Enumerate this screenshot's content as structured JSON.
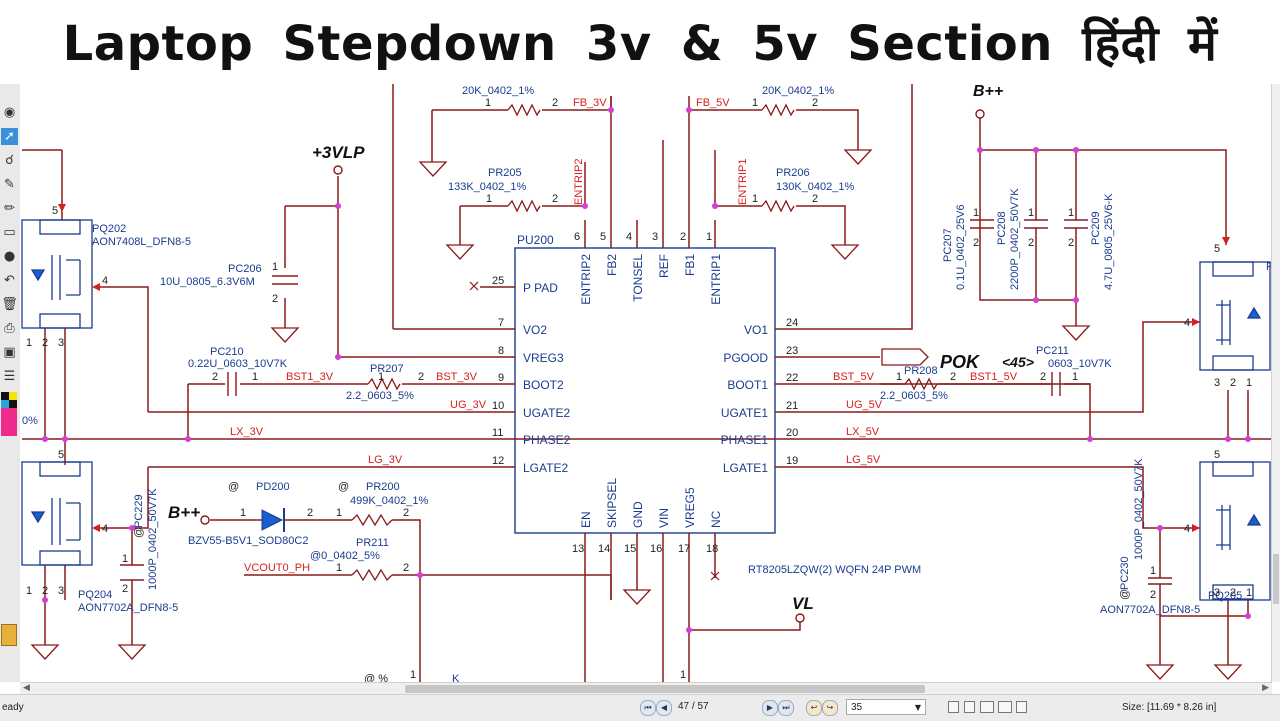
{
  "title": "Laptop  Stepdown  3v & 5v  Section  हिंदी में",
  "colors": {
    "wire": "#8b1a1a",
    "node": "#d63cd6",
    "label": "#1a3c8f",
    "net": "#d52020",
    "text": "#222222"
  },
  "schematic": {
    "ic": {
      "ref": "PU200",
      "part": "RT8205LZQW(2) WQFN 24P PWM",
      "left_pins": [
        {
          "num": "25",
          "name": "P PAD"
        },
        {
          "num": "7",
          "name": "VO2"
        },
        {
          "num": "8",
          "name": "VREG3"
        },
        {
          "num": "9",
          "name": "BOOT2"
        },
        {
          "num": "10",
          "name": "UGATE2"
        },
        {
          "num": "11",
          "name": "PHASE2"
        },
        {
          "num": "12",
          "name": "LGATE2"
        }
      ],
      "right_pins": [
        {
          "num": "24",
          "name": "VO1"
        },
        {
          "num": "23",
          "name": "PGOOD"
        },
        {
          "num": "22",
          "name": "BOOT1"
        },
        {
          "num": "21",
          "name": "UGATE1"
        },
        {
          "num": "20",
          "name": "PHASE1"
        },
        {
          "num": "19",
          "name": "LGATE1"
        }
      ],
      "top_pins": [
        {
          "num": "6",
          "name": "ENTRIP2"
        },
        {
          "num": "5",
          "name": "FB2"
        },
        {
          "num": "4",
          "name": "TONSEL"
        },
        {
          "num": "3",
          "name": "REF"
        },
        {
          "num": "2",
          "name": "FB1"
        },
        {
          "num": "1",
          "name": "ENTRIP1"
        }
      ],
      "bottom_pins": [
        {
          "num": "13",
          "name": "EN"
        },
        {
          "num": "14",
          "name": "SKIPSEL"
        },
        {
          "num": "15",
          "name": "GND"
        },
        {
          "num": "16",
          "name": "VIN"
        },
        {
          "num": "17",
          "name": "VREG5"
        },
        {
          "num": "18",
          "name": "NC"
        }
      ]
    },
    "rails": {
      "v3lp": "+3VLP",
      "bpp_left": "B++",
      "bpp_right": "B++",
      "vl": "VL",
      "pok": "POK",
      "pok_num": "<45>"
    },
    "nets": {
      "fb_3v": "FB_3V",
      "fb_5v": "FB_5V",
      "entrip2": "ENTRIP2",
      "entrip1": "ENTRIP1",
      "bst1_3v": "BST1_3V",
      "bst_3v": "BST_3V",
      "ug_3v": "UG_3V",
      "lx_3v": "LX_3V",
      "lg_3v": "LG_3V",
      "bst_5v": "BST_5V",
      "bst1_5v": "BST1_5V",
      "ug_5v": "UG_5V",
      "lx_5v": "LX_5V",
      "lg_5v": "LG_5V",
      "vcout0": "VCOUT0_PH"
    },
    "components": {
      "r_top_left": {
        "val": "20K_0402_1%",
        "p1": "1",
        "p2": "2"
      },
      "r_top_right": {
        "val": "20K_0402_1%",
        "p1": "1",
        "p2": "2"
      },
      "pr205": {
        "ref": "PR205",
        "val": "133K_0402_1%",
        "p1": "1",
        "p2": "2"
      },
      "pr206": {
        "ref": "PR206",
        "val": "130K_0402_1%",
        "p1": "1",
        "p2": "2"
      },
      "pc206": {
        "ref": "PC206",
        "val": "10U_0805_6.3V6M",
        "p1": "1",
        "p2": "2"
      },
      "pc207": {
        "ref": "PC207",
        "val": "0.1U_0402_25V6",
        "p1": "1",
        "p2": "2"
      },
      "pc208": {
        "ref": "PC208",
        "val": "2200P_0402_50V7K",
        "p1": "1",
        "p2": "2"
      },
      "pc209": {
        "ref": "PC209",
        "val": "4.7U_0805_25V6-K",
        "p1": "1",
        "p2": "2"
      },
      "pc210": {
        "ref": "PC210",
        "val": "0.22U_0603_10V7K",
        "p1": "2",
        "p2": "1"
      },
      "pr207": {
        "ref": "PR207",
        "val": "2.2_0603_5%",
        "p1": "1",
        "p2": "2"
      },
      "pr208": {
        "ref": "PR208",
        "val": "2.2_0603_5%",
        "p1": "1",
        "p2": "2"
      },
      "pc211": {
        "ref": "PC211",
        "val": "0603_10V7K",
        "p1": "2",
        "p2": "1"
      },
      "pd200": {
        "ref": "PD200",
        "val": "BZV55-B5V1_SOD80C2",
        "p1": "1",
        "p2": "2",
        "at": "@"
      },
      "pr200": {
        "ref": "PR200",
        "val": "499K_0402_1%",
        "p1": "1",
        "p2": "2",
        "at": "@"
      },
      "pr211": {
        "ref": "PR211",
        "val": "@0_0402_5%",
        "p1": "1",
        "p2": "2"
      },
      "pc229": {
        "ref": "PC229",
        "val": "1000P_0402_50V7K",
        "at": "@",
        "p1": "1",
        "p2": "2"
      },
      "pc230": {
        "ref": "PC230",
        "val": "1000P_0402_50V7K",
        "at": "@",
        "p1": "1",
        "p2": "2"
      },
      "pq202": {
        "ref": "PQ202",
        "val": "AON7408L_DFN8-5",
        "g": "4",
        "d": "5",
        "s1": "1",
        "s2": "2",
        "s3": "3"
      },
      "pq204": {
        "ref": "PQ204",
        "val": "AON7702A_DFN8-5",
        "g": "4",
        "d": "5",
        "s1": "1",
        "s2": "2",
        "s3": "3"
      },
      "pq203": {
        "ref": "P",
        "g": "4",
        "d": "5",
        "s1": "3",
        "s2": "2",
        "s3": "1"
      },
      "pq205": {
        "ref": "PQ205",
        "val": "AON7702A_DFN8-5",
        "g": "4",
        "d": "5",
        "s1": "3",
        "s2": "2",
        "s3": "1"
      }
    },
    "misc": {
      "pct": "0%",
      "at_pct": "@ %",
      "k": "K",
      "one_a": "1",
      "one_b": "1"
    }
  },
  "statusbar": {
    "ready": "eady",
    "page_current": "47",
    "page_sep": "/",
    "page_total": "57",
    "zoom": "35",
    "size": "Size: [11.69 * 8.26 in]"
  },
  "toolbar_icons": [
    "eye-icon",
    "pointer-icon",
    "zoom-icon",
    "pencil-icon",
    "eraser-icon",
    "marker-icon",
    "bullet-icon",
    "undo-icon",
    "trash-icon",
    "print-icon",
    "camera-icon",
    "list-icon",
    "color-swatch-icon"
  ]
}
